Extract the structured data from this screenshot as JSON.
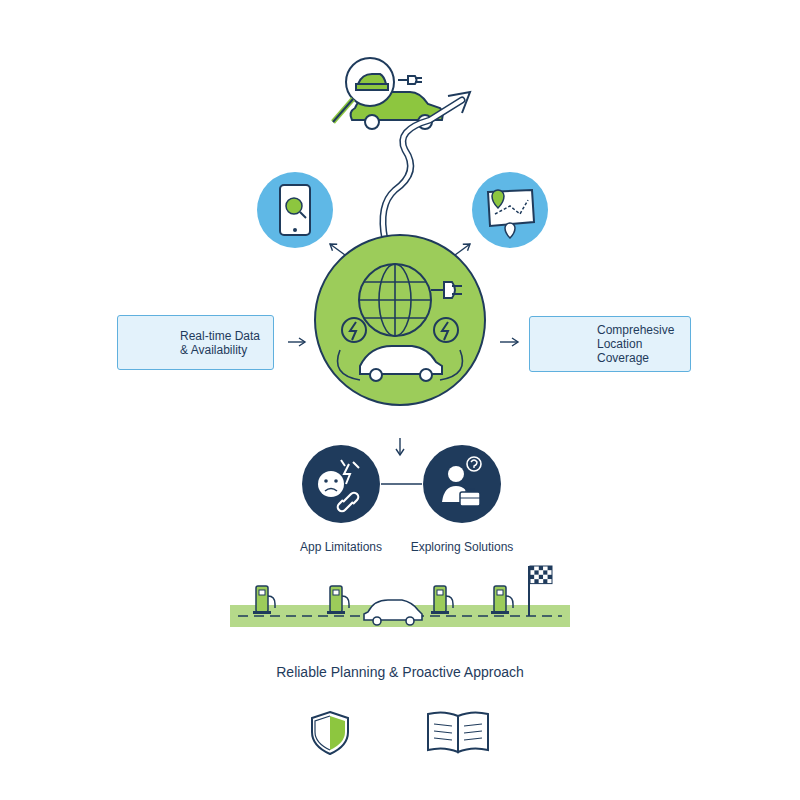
{
  "diagram": {
    "nodes": [
      {
        "text": [
          "Real-time Data & Availability"
        ]
      },
      {
        "text": [
          "Comprehesive Location Coverage"
        ]
      },
      {
        "text": [
          "App Limitations"
        ]
      },
      {
        "text": [
          "Exploring Solutions"
        ]
      }
    ],
    "edges": [
      {
        "from": 2,
        "to": 3,
        "arrow": "none"
      }
    ],
    "labels": [
      "Reliable Planning & Proactive Approach"
    ]
  }
}
